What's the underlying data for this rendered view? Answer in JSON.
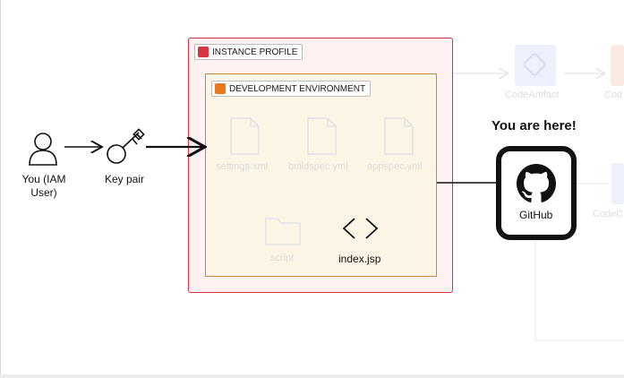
{
  "labels": {
    "user": "You (IAM\nUser)",
    "key_pair": "Key pair",
    "instance_profile": "INSTANCE PROFILE",
    "dev_env": "DEVELOPMENT ENVIRONMENT",
    "files": [
      "settings.xml",
      "buildspec.yml",
      "appspec.yml"
    ],
    "folder": "script",
    "index": "index.jsp",
    "here": "You are here!",
    "github": "GitHub",
    "codeartifact": "CodeArtifact",
    "cut_right_top": "Cod",
    "cut_right_mid": "CodeC"
  },
  "icons": {
    "user": "user-icon",
    "key": "key-icon",
    "instance": "instance-profile-icon",
    "dev": "dev-environment-icon",
    "file": "file-icon",
    "folder": "folder-icon",
    "code": "code-icon",
    "github": "github-icon"
  },
  "colors": {
    "instance_border": "#d9333f",
    "instance_fill": "#fdf1f1",
    "dev_border": "#c8873a",
    "dev_fill": "#fcf5e6",
    "github_frame": "#111111"
  }
}
